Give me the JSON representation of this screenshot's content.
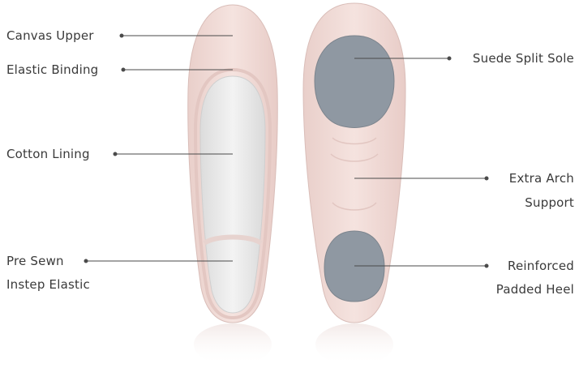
{
  "colors": {
    "shoe_pink": "#f2dcd8",
    "lining": "#ececec",
    "suede": "#8f98a2",
    "text": "#3a3a3a",
    "leader": "#4a4a4a"
  },
  "left_labels": {
    "canvas_upper": "Canvas Upper",
    "elastic_binding": "Elastic Binding",
    "cotton_lining": "Cotton Lining",
    "pre_sewn_line1": "Pre Sewn",
    "pre_sewn_line2": "Instep Elastic"
  },
  "right_labels": {
    "suede_split_sole": "Suede Split Sole",
    "extra_arch_line1": "Extra Arch",
    "extra_arch_line2": "Support",
    "reinforced_line1": "Reinforced",
    "reinforced_line2": "Padded Heel"
  }
}
